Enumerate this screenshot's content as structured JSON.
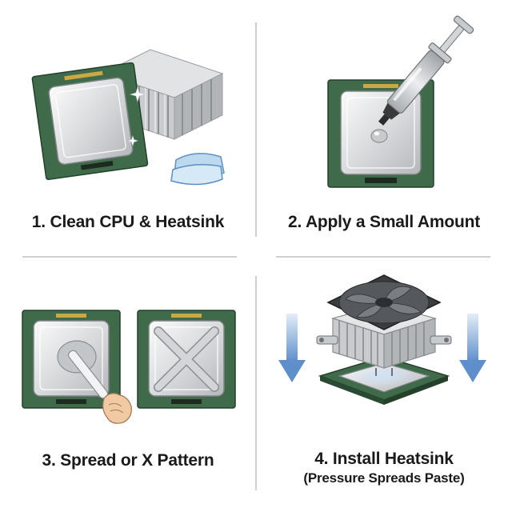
{
  "steps": [
    {
      "label": "1. Clean CPU & Heatsink"
    },
    {
      "label": "2. Apply a Small Amount"
    },
    {
      "label": "3. Spread or X Pattern"
    },
    {
      "label": "4. Install Heatsink",
      "sublabel": "(Pressure Spreads Paste)"
    }
  ],
  "colors": {
    "pcb": "#3f6b4a",
    "ihs": "#d7d9dc",
    "arrow": "#6f98cf",
    "text": "#1a1a1a"
  }
}
